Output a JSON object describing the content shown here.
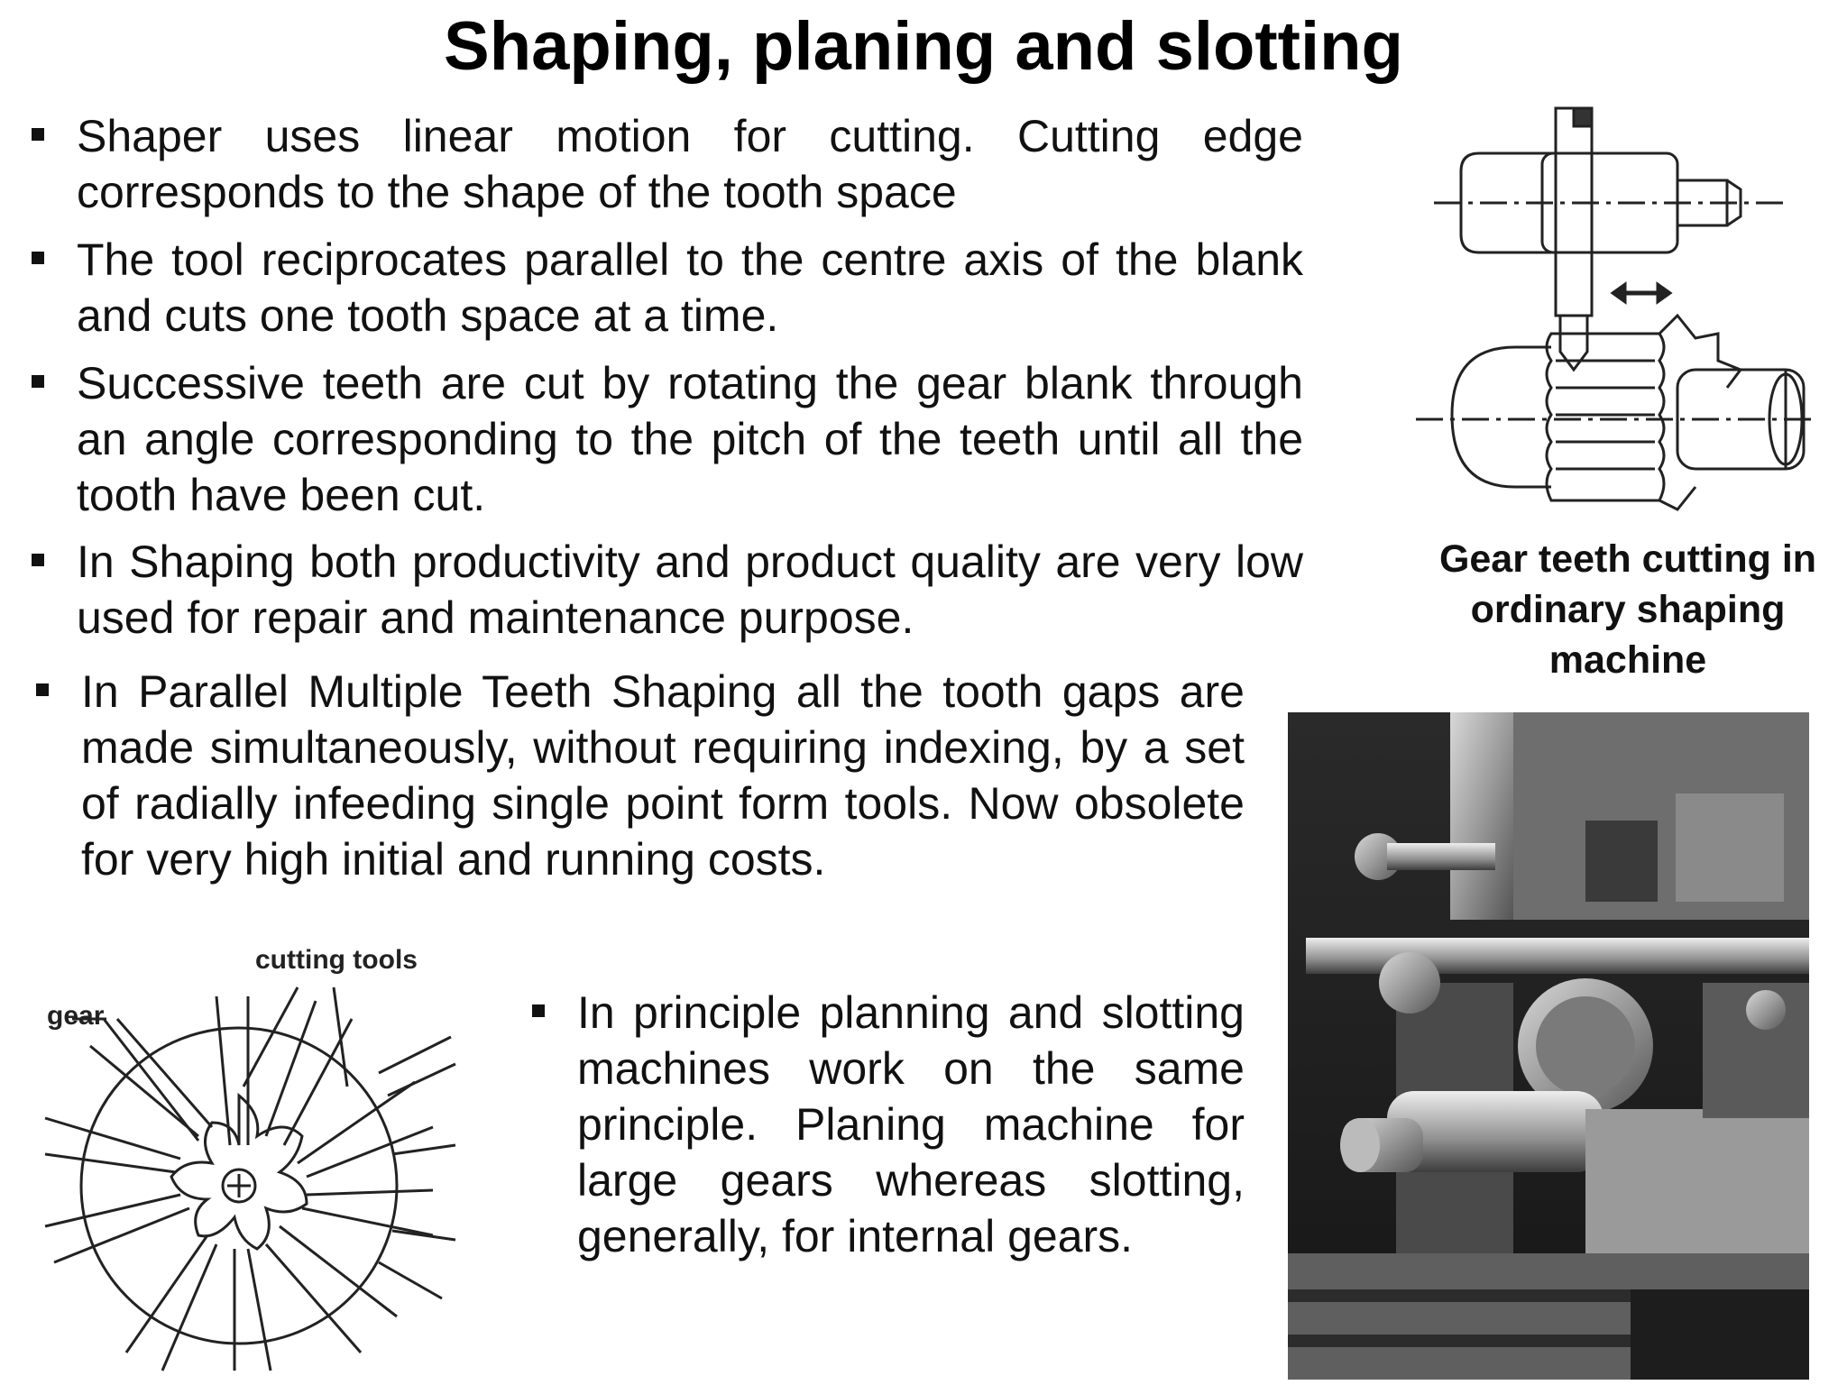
{
  "title": "Shaping, planing and slotting",
  "bullets": [
    "Shaper uses linear motion for cutting. Cutting edge corresponds to the shape of the tooth space",
    "The tool reciprocates parallel to the centre axis of the blank and cuts one tooth space at a time.",
    "Successive teeth are cut by rotating the gear blank through an angle corresponding to the pitch of the teeth until all the tooth have been cut.",
    "In Shaping both productivity and product quality are very low  used for repair and maintenance purpose.",
    "In Parallel Multiple Teeth Shaping all the tooth gaps are made simultaneously, without requiring indexing, by a set of radially infeeding single point form tools. Now obsolete for very high initial and running costs.",
    "In principle planning and slotting machines work on the same principle. Planing machine for  large gears whereas slotting, generally, for internal gears."
  ],
  "figure_caption": "Gear teeth cutting in ordinary shaping machine",
  "diagram_labels": {
    "gear": "gear",
    "cutting_tools": "cutting tools"
  }
}
